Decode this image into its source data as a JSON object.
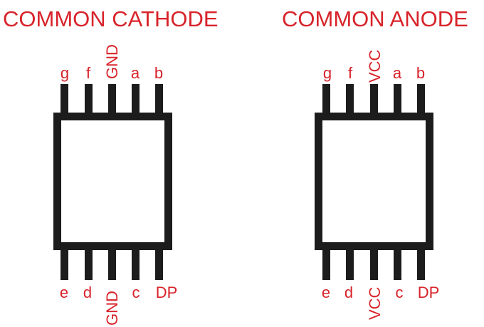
{
  "colors": {
    "label": "#d8232a",
    "outline": "#1c1c1c",
    "background": "#ffffff"
  },
  "diagrams": [
    {
      "title": "COMMON CATHODE",
      "top_pins": [
        "g",
        "f",
        "GND",
        "a",
        "b"
      ],
      "bottom_pins": [
        "e",
        "d",
        "GND",
        "c",
        "DP"
      ]
    },
    {
      "title": "COMMON ANODE",
      "top_pins": [
        "g",
        "f",
        "VCC",
        "a",
        "b"
      ],
      "bottom_pins": [
        "e",
        "d",
        "VCC",
        "c",
        "DP"
      ]
    }
  ]
}
